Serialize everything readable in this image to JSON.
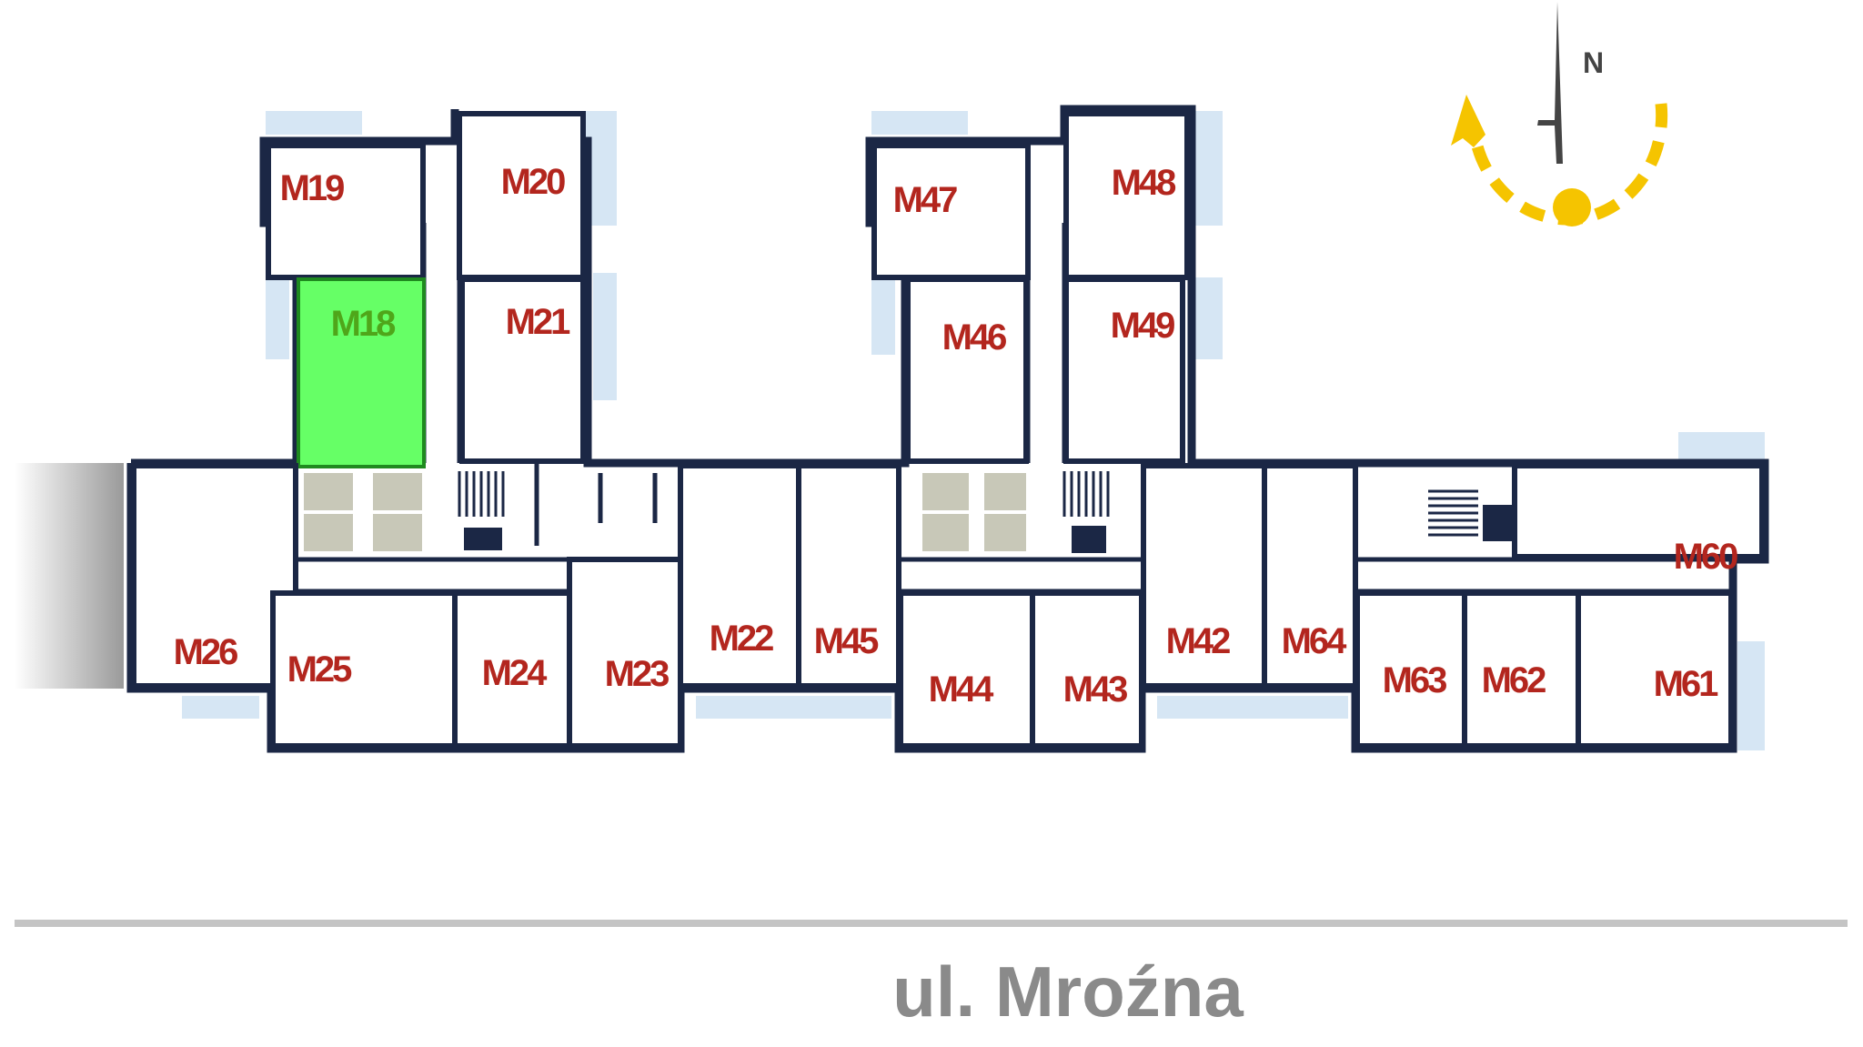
{
  "plan": {
    "selected_unit": "M18",
    "colors": {
      "label": "#b3261e",
      "selected_fill": "#66ff66",
      "selected_label": "#4fa61a",
      "wall": "#1b2745",
      "balcony": "#d6e6f4",
      "compass_arrow": "#f5c400"
    },
    "units": [
      {
        "label": "M19"
      },
      {
        "label": "M20"
      },
      {
        "label": "M18"
      },
      {
        "label": "M21"
      },
      {
        "label": "M47"
      },
      {
        "label": "M48"
      },
      {
        "label": "M46"
      },
      {
        "label": "M49"
      },
      {
        "label": "M60"
      },
      {
        "label": "M26"
      },
      {
        "label": "M25"
      },
      {
        "label": "M24"
      },
      {
        "label": "M23"
      },
      {
        "label": "M22"
      },
      {
        "label": "M45"
      },
      {
        "label": "M44"
      },
      {
        "label": "M43"
      },
      {
        "label": "M42"
      },
      {
        "label": "M64"
      },
      {
        "label": "M63"
      },
      {
        "label": "M62"
      },
      {
        "label": "M61"
      }
    ]
  },
  "compass": {
    "north_label": "N"
  },
  "street": {
    "name": "ul. Mroźna"
  }
}
